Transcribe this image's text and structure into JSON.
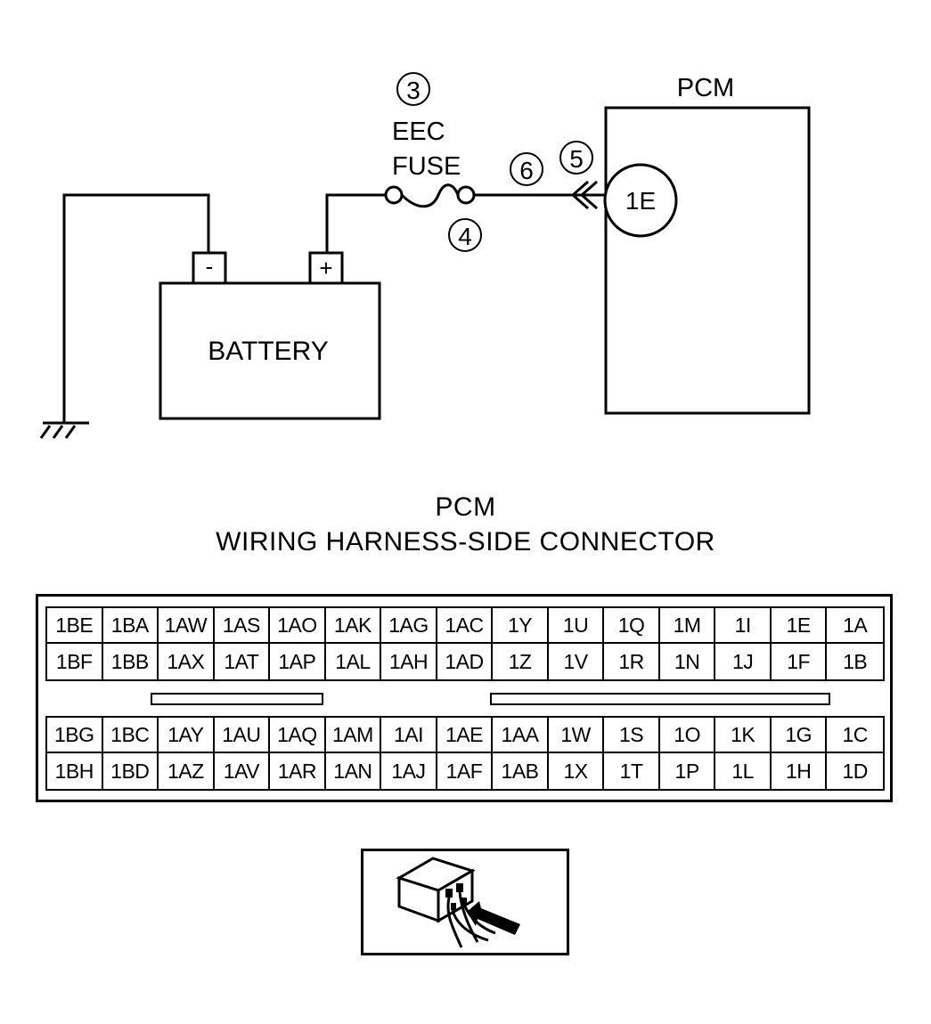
{
  "circuit": {
    "pcm_label": "PCM",
    "battery_label": "BATTERY",
    "neg_terminal": "-",
    "pos_terminal": "+",
    "fuse_line1": "EEC",
    "fuse_line2": "FUSE",
    "pcm_pin": "1E",
    "step_markers": [
      "3",
      "4",
      "5",
      "6"
    ]
  },
  "connector": {
    "title_line1": "PCM",
    "title_line2": "WIRING HARNESS-SIDE CONNECTOR",
    "top_block": {
      "row1": [
        "1BE",
        "1BA",
        "1AW",
        "1AS",
        "1AO",
        "1AK",
        "1AG",
        "1AC",
        "1Y",
        "1U",
        "1Q",
        "1M",
        "1I",
        "1E",
        "1A"
      ],
      "row2": [
        "1BF",
        "1BB",
        "1AX",
        "1AT",
        "1AP",
        "1AL",
        "1AH",
        "1AD",
        "1Z",
        "1V",
        "1R",
        "1N",
        "1J",
        "1F",
        "1B"
      ]
    },
    "bottom_block": {
      "row1": [
        "1BG",
        "1BC",
        "1AY",
        "1AU",
        "1AQ",
        "1AM",
        "1AI",
        "1AE",
        "1AA",
        "1W",
        "1S",
        "1O",
        "1K",
        "1G",
        "1C"
      ],
      "row2": [
        "1BH",
        "1BD",
        "1AZ",
        "1AV",
        "1AR",
        "1AN",
        "1AJ",
        "1AF",
        "1AB",
        "1X",
        "1T",
        "1P",
        "1L",
        "1H",
        "1D"
      ]
    }
  },
  "inset": {
    "icon": "connector-probe-icon"
  }
}
